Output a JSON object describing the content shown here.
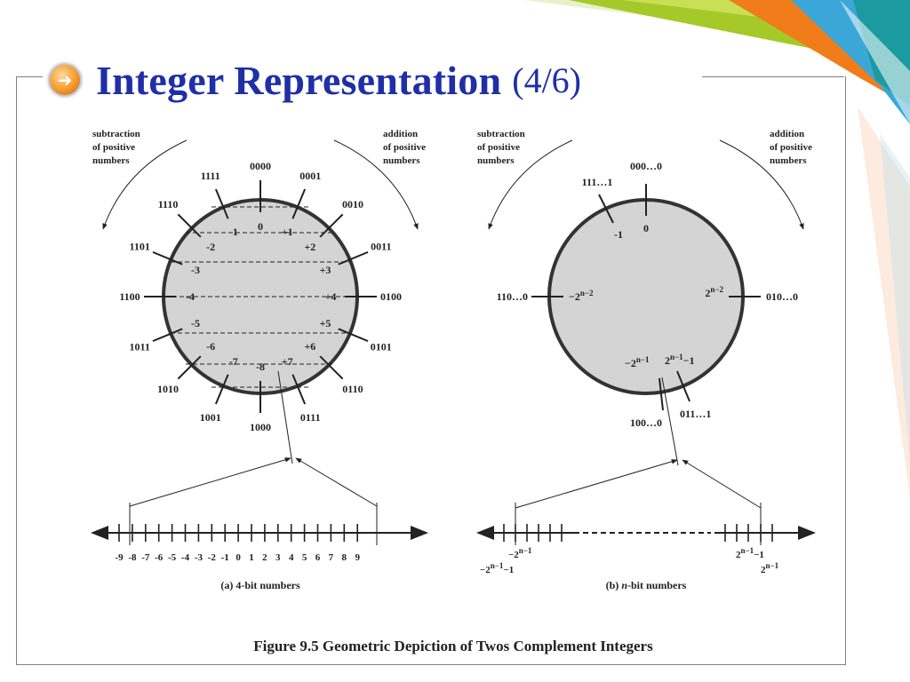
{
  "slide": {
    "title": "Integer Representation",
    "title_suffix": "(4/6)",
    "bullet_icon": "arrow-right-icon",
    "caption": "Figure 9.5  Geometric Depiction of Twos Complement Integers"
  },
  "colors": {
    "title": "#1f2fa7",
    "circle_fill": "#d4d4d4",
    "deco_lime": "#a6c92a",
    "deco_orange": "#f07d1a",
    "deco_blue": "#3aa7d8",
    "deco_teal": "#1b9aa0"
  },
  "diagram_a": {
    "subtraction_label": [
      "subtraction",
      "of positive",
      "numbers"
    ],
    "addition_label": [
      "addition",
      "of positive",
      "numbers"
    ],
    "circle_items": [
      {
        "code": "0000",
        "value": "0"
      },
      {
        "code": "0001",
        "value": "+1"
      },
      {
        "code": "0010",
        "value": "+2"
      },
      {
        "code": "0011",
        "value": "+3"
      },
      {
        "code": "0100",
        "value": "+4"
      },
      {
        "code": "0101",
        "value": "+5"
      },
      {
        "code": "0110",
        "value": "+6"
      },
      {
        "code": "0111",
        "value": "+7"
      },
      {
        "code": "1000",
        "value": "-8"
      },
      {
        "code": "1001",
        "value": "-7"
      },
      {
        "code": "1010",
        "value": "-6"
      },
      {
        "code": "1011",
        "value": "-5"
      },
      {
        "code": "1100",
        "value": "-4"
      },
      {
        "code": "1101",
        "value": "-3"
      },
      {
        "code": "1110",
        "value": "-2"
      },
      {
        "code": "1111",
        "value": "-1"
      }
    ],
    "number_line": [
      "-9",
      "-8",
      "-7",
      "-6",
      "-5",
      "-4",
      "-3",
      "-2",
      "-1",
      "0",
      "1",
      "2",
      "3",
      "4",
      "5",
      "6",
      "7",
      "8",
      "9"
    ],
    "sublabel": "(a) 4-bit numbers"
  },
  "diagram_b": {
    "subtraction_label": [
      "subtraction",
      "of positive",
      "numbers"
    ],
    "addition_label": [
      "addition",
      "of positive",
      "numbers"
    ],
    "top_code": "000…0",
    "top_value": "0",
    "upper_left_code": "111…1",
    "upper_left_value": "-1",
    "left_code": "110…0",
    "left_value": "−2^(n−2)",
    "right_code": "010…0",
    "right_value": "2^(n−2)",
    "bottom_left_code": "100…0",
    "bottom_left_value": "−2^(n−1)",
    "bottom_right_code": "011…1",
    "bottom_right_value": "2^(n−1)−1",
    "line_labels": {
      "left_upper": "−2^(n−1)",
      "left_lower": "−2^(n−1)−1",
      "right_upper": "2^(n−1)−1",
      "right_lower": "2^(n−1)"
    },
    "sublabel": "(b) n-bit numbers"
  }
}
